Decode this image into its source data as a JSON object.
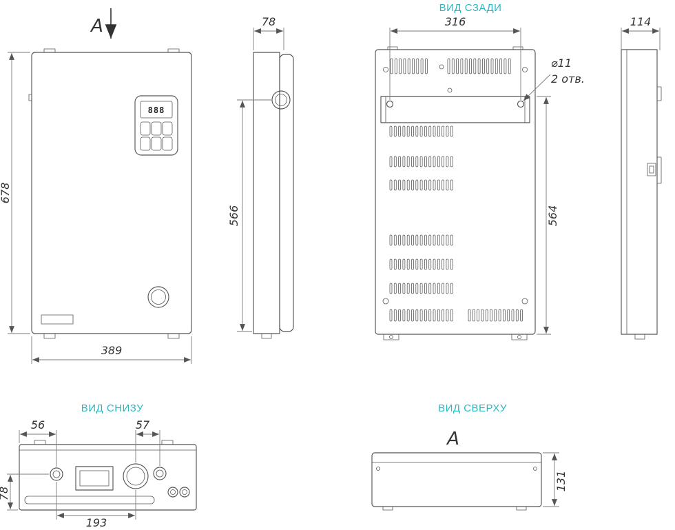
{
  "accent_color": "#2bb7c4",
  "line_color": "#555555",
  "views": {
    "front": {
      "section_arrow_label": "A",
      "display_value": "888",
      "dim_height": "678",
      "dim_width": "389"
    },
    "side_left": {
      "dim_width": "78",
      "dim_height": "566"
    },
    "rear": {
      "title": "ВИД СЗАДИ",
      "dim_hole_spacing": "316",
      "dim_height": "564",
      "callout_diameter": "⌀11",
      "callout_count": "2 отв."
    },
    "side_right": {
      "dim_width": "114"
    },
    "bottom": {
      "title": "ВИД СНИЗУ",
      "dim_left": "56",
      "dim_mid": "57",
      "dim_depth": "78",
      "dim_span": "193"
    },
    "top": {
      "title": "ВИД СВЕРХУ",
      "section_arrow_label": "A",
      "dim_depth": "131"
    }
  }
}
